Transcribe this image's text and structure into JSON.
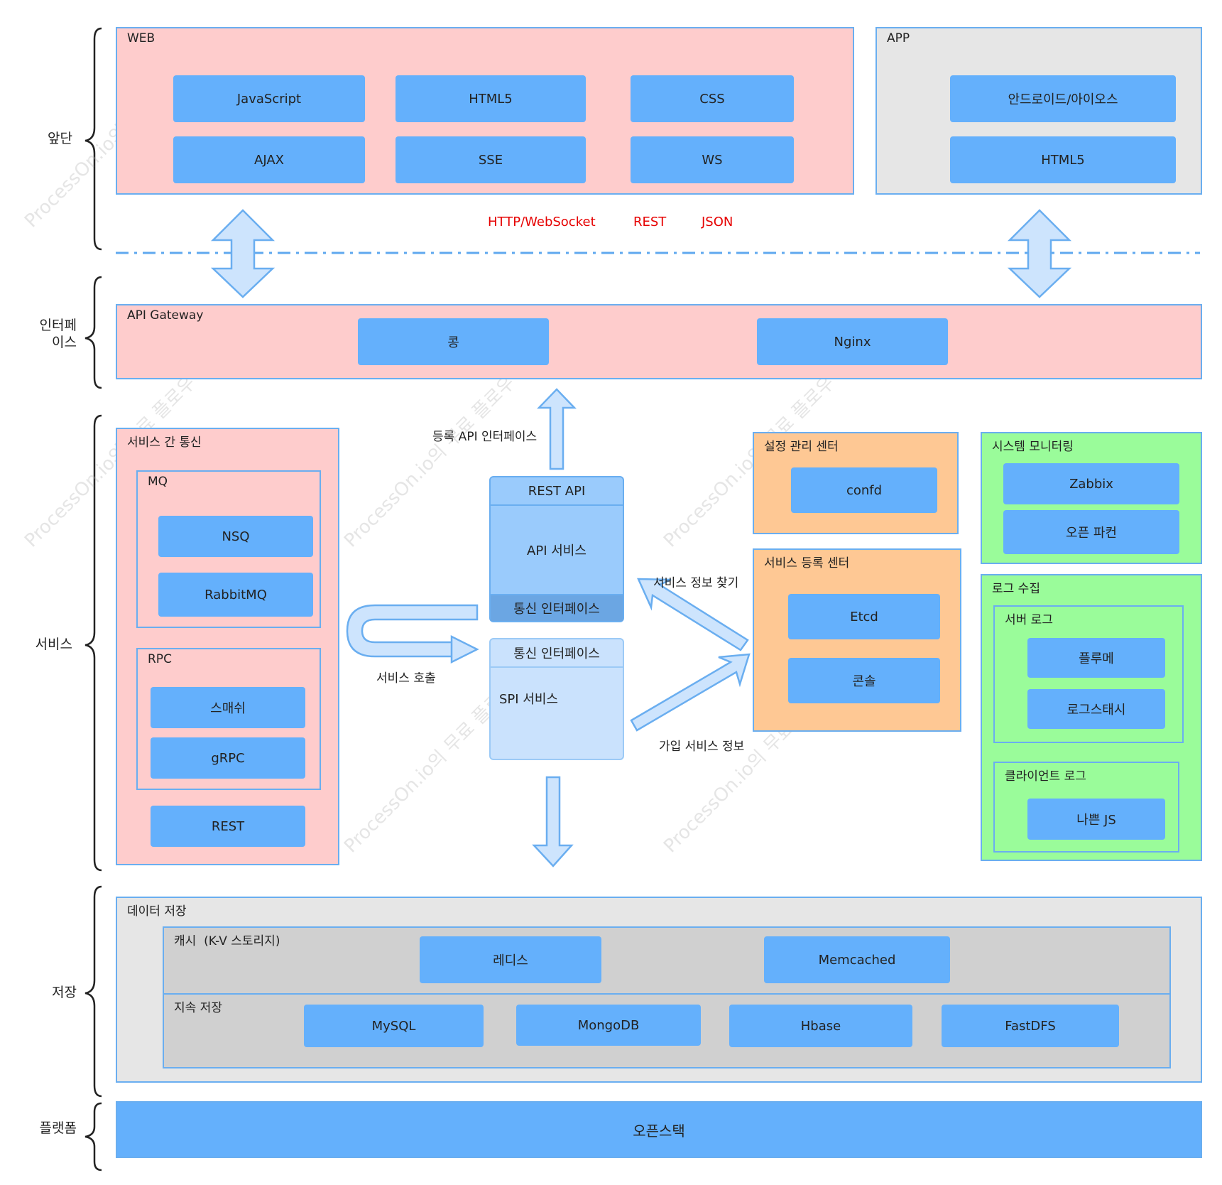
{
  "layers": {
    "frontend": "앞단",
    "interface": "인터페이스",
    "service": "서비스",
    "storage": "저장",
    "platform": "플랫폼"
  },
  "web": {
    "title": "WEB",
    "items": [
      "JavaScript",
      "HTML5",
      "CSS",
      "AJAX",
      "SSE",
      "WS"
    ]
  },
  "app": {
    "title": "APP",
    "items": [
      "안드로이드/아이오스",
      "HTML5"
    ]
  },
  "protocols": [
    "HTTP/WebSocket",
    "REST",
    "JSON"
  ],
  "gateway": {
    "title": "API Gateway",
    "items": [
      "콩",
      "Nginx"
    ]
  },
  "inter_service": {
    "title": "서비스 간 통신",
    "mq": {
      "title": "MQ",
      "items": [
        "NSQ",
        "RabbitMQ"
      ]
    },
    "rpc": {
      "title": "RPC",
      "items": [
        "스매쉬",
        "gRPC"
      ]
    },
    "rest": "REST"
  },
  "labels": {
    "register_api": "등록 API 인터페이스",
    "service_call": "서비스 호출",
    "find_service": "서비스 정보 찾기",
    "join_service": "가입 서비스 정보"
  },
  "api_block": {
    "header": "REST API",
    "body": "API 서비스",
    "footer": "통신 인터페이스"
  },
  "spi_block": {
    "header": "통신 인터페이스",
    "body": "SPI 서비스"
  },
  "config_center": {
    "title": "설정 관리 센터",
    "items": [
      "confd"
    ]
  },
  "registry_center": {
    "title": "서비스 등록 센터",
    "items": [
      "Etcd",
      "콘솔"
    ]
  },
  "monitoring": {
    "title": "시스템 모니터링",
    "items": [
      "Zabbix",
      "오픈 파컨"
    ]
  },
  "logging": {
    "title": "로그 수집",
    "server": {
      "title": "서버 로그",
      "items": [
        "플루메",
        "로그스태시"
      ]
    },
    "client": {
      "title": "클라이언트 로그",
      "items": [
        "나쁜 JS"
      ]
    }
  },
  "data_storage": {
    "title": "데이터 저장",
    "cache": {
      "title": "캐시  (K-V 스토리지)",
      "items": [
        "레디스",
        "Memcached"
      ]
    },
    "persistent": {
      "title": "지속 저장",
      "items": [
        "MySQL",
        "MongoDB",
        "Hbase",
        "FastDFS"
      ]
    }
  },
  "platform": {
    "item": "오픈스택"
  },
  "watermark": "ProcessOn.io의 무료 플로우"
}
